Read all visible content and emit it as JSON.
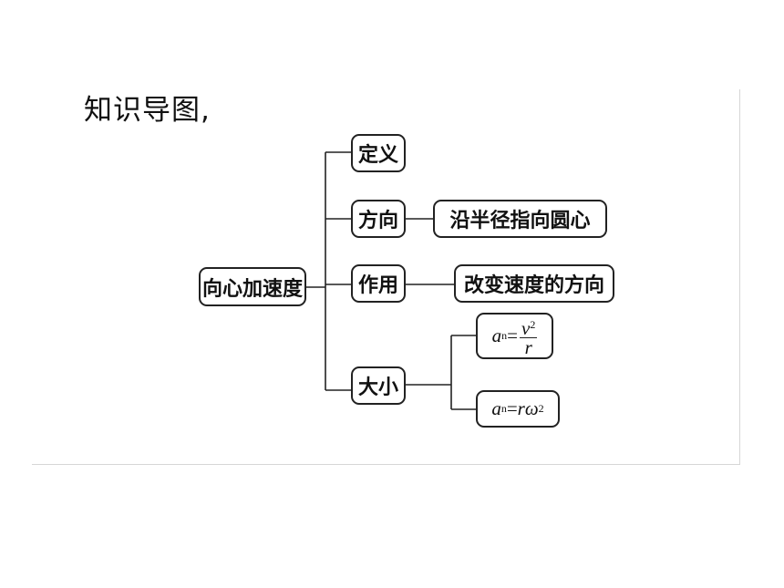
{
  "heading": "知识导图,",
  "root": "向心加速度",
  "branches": [
    {
      "label": "定义"
    },
    {
      "label": "方向",
      "detail": "沿半径指向圆心"
    },
    {
      "label": "作用",
      "detail": "改变速度的方向"
    },
    {
      "label": "大小"
    }
  ],
  "formulas": {
    "f1": {
      "lhs": "a",
      "sub": "n",
      "eq": "=",
      "num": "v",
      "num_sup": "2",
      "den": "r"
    },
    "f2": {
      "lhs": "a",
      "sub": "n",
      "eq": "=",
      "rhs": "rω",
      "rhs_sup": "2"
    }
  }
}
